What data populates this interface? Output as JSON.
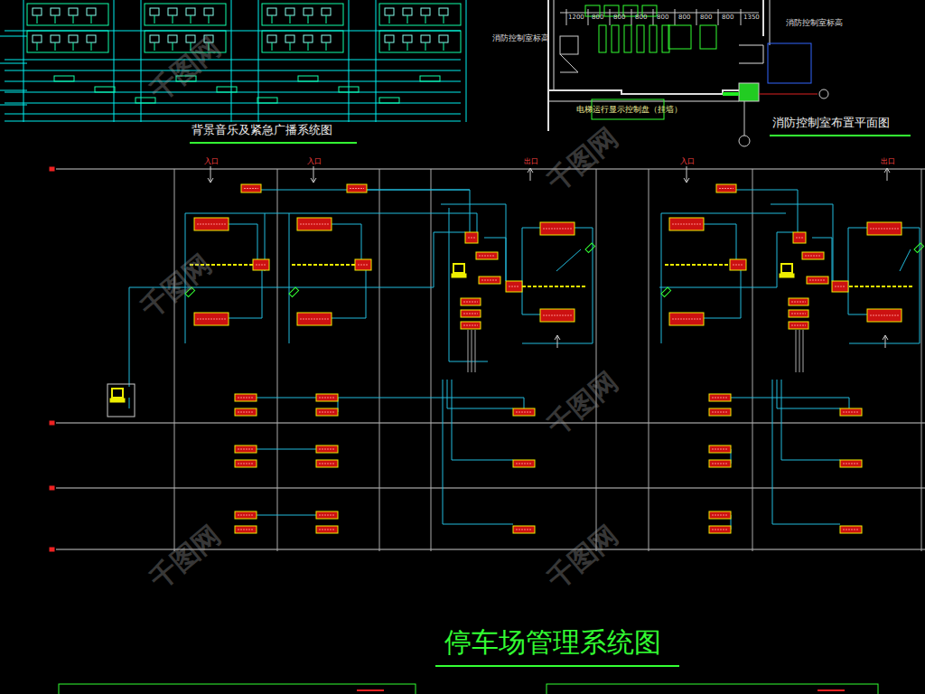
{
  "diagram": {
    "title": "停车场管理系统图",
    "labels": [
      "背景音乐及紧急广播系统图",
      "消防控制室布置平面图",
      "消防控制室标高",
      "消防控制室标高",
      "电梯运行显示控制盘（挂墙）",
      "入口",
      "入口",
      "出口",
      "入口",
      "出口",
      "1200",
      "800",
      "800",
      "800",
      "800",
      "800",
      "800",
      "800",
      "1350",
      "千图网",
      "千图网",
      "千图网",
      "千图网",
      "千图网",
      "千图网"
    ]
  }
}
